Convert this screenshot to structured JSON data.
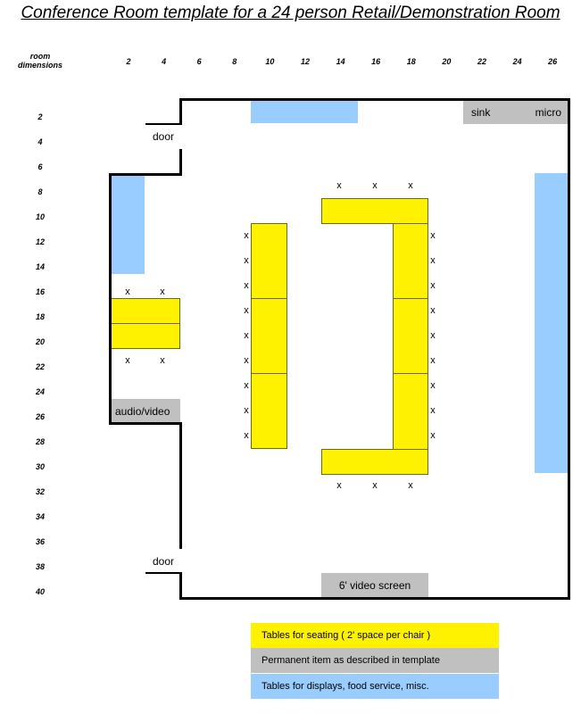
{
  "title": {
    "part1": "Conference Room template for a 24 person ",
    "part2": "Retail/Demonstration Room"
  },
  "axis": {
    "corner_label_1": "room",
    "corner_label_2": "dimensions",
    "columns": [
      "2",
      "4",
      "6",
      "8",
      "10",
      "12",
      "14",
      "16",
      "18",
      "20",
      "22",
      "24",
      "26"
    ],
    "rows": [
      "2",
      "4",
      "6",
      "8",
      "10",
      "12",
      "14",
      "16",
      "18",
      "20",
      "22",
      "24",
      "26",
      "28",
      "30",
      "32",
      "34",
      "36",
      "38",
      "40"
    ]
  },
  "labels": {
    "sink": "sink",
    "micro": "micro",
    "door_top": "door",
    "door_bottom": "door",
    "audio_video": "audio/video",
    "video_screen": "6' video screen"
  },
  "seat_mark": "x",
  "legend": {
    "seating": "Tables for seating ( 2' space per chair )",
    "permanent": "Permanent item as described in template",
    "displays": "Tables for displays, food service, misc."
  },
  "colors": {
    "seating": "#fff200",
    "permanent": "#c0c0c0",
    "displays": "#99ccff"
  }
}
